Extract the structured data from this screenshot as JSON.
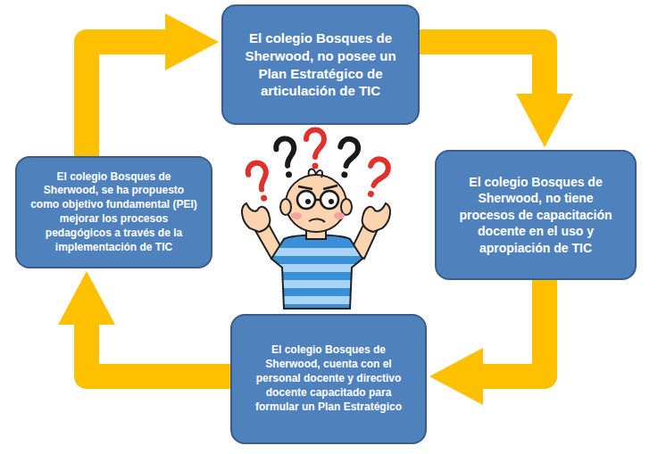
{
  "diagram": {
    "nodes": [
      {
        "text": [
          "El colegio Bosques de Sherwood, no posee un Plan Estratégico de articulación de TIC"
        ]
      },
      {
        "text": [
          "El colegio Bosques de Sherwood, se ha propuesto como objetivo fundamental (PEI) mejorar los procesos pedagógicos a través de la implementación de TIC"
        ]
      },
      {
        "text": [
          "El colegio Bosques de Sherwood, no tiene procesos de capacitación docente en el uso y apropiación de TIC"
        ]
      },
      {
        "text": [
          "El colegio Bosques de Sherwood, cuenta con el personal docente y directivo docente capacitado para formular un Plan Estratégico"
        ]
      }
    ],
    "edges": [
      {
        "from": 0,
        "to": 2,
        "arrow": "to"
      },
      {
        "from": 2,
        "to": 3,
        "arrow": "to"
      },
      {
        "from": 3,
        "to": 1,
        "arrow": "to"
      },
      {
        "from": 1,
        "to": 0,
        "arrow": "to"
      }
    ]
  }
}
